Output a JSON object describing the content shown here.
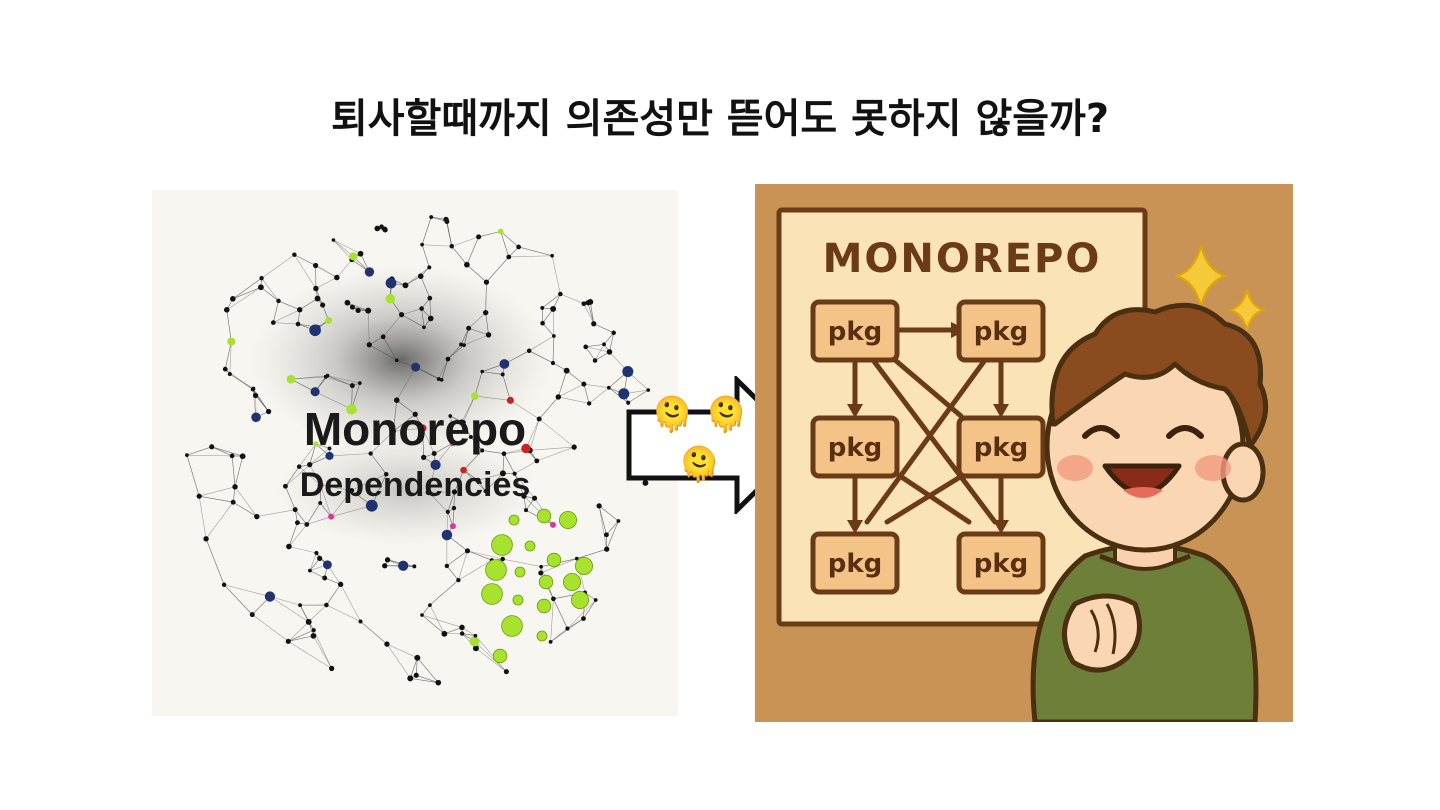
{
  "title": "퇴사할때까지 의존성만 뜯어도 못하지 않을까?",
  "left_panel": {
    "label_line1": "Monorepo",
    "label_line2": "Dependencies"
  },
  "right_panel": {
    "board_title": "MONOREPO",
    "packages": [
      "pkg",
      "pkg",
      "pkg",
      "pkg",
      "pkg",
      "pkg"
    ]
  },
  "emojis": [
    "🫠",
    "🫠",
    "🫠"
  ],
  "colors": {
    "node_navy": "#1f3370",
    "node_red": "#c8231f",
    "node_lime": "#a6e22e",
    "node_magenta": "#d63a94",
    "board": "#fae3b6",
    "wood": "#c99356",
    "brown_line": "#6b3b18"
  }
}
